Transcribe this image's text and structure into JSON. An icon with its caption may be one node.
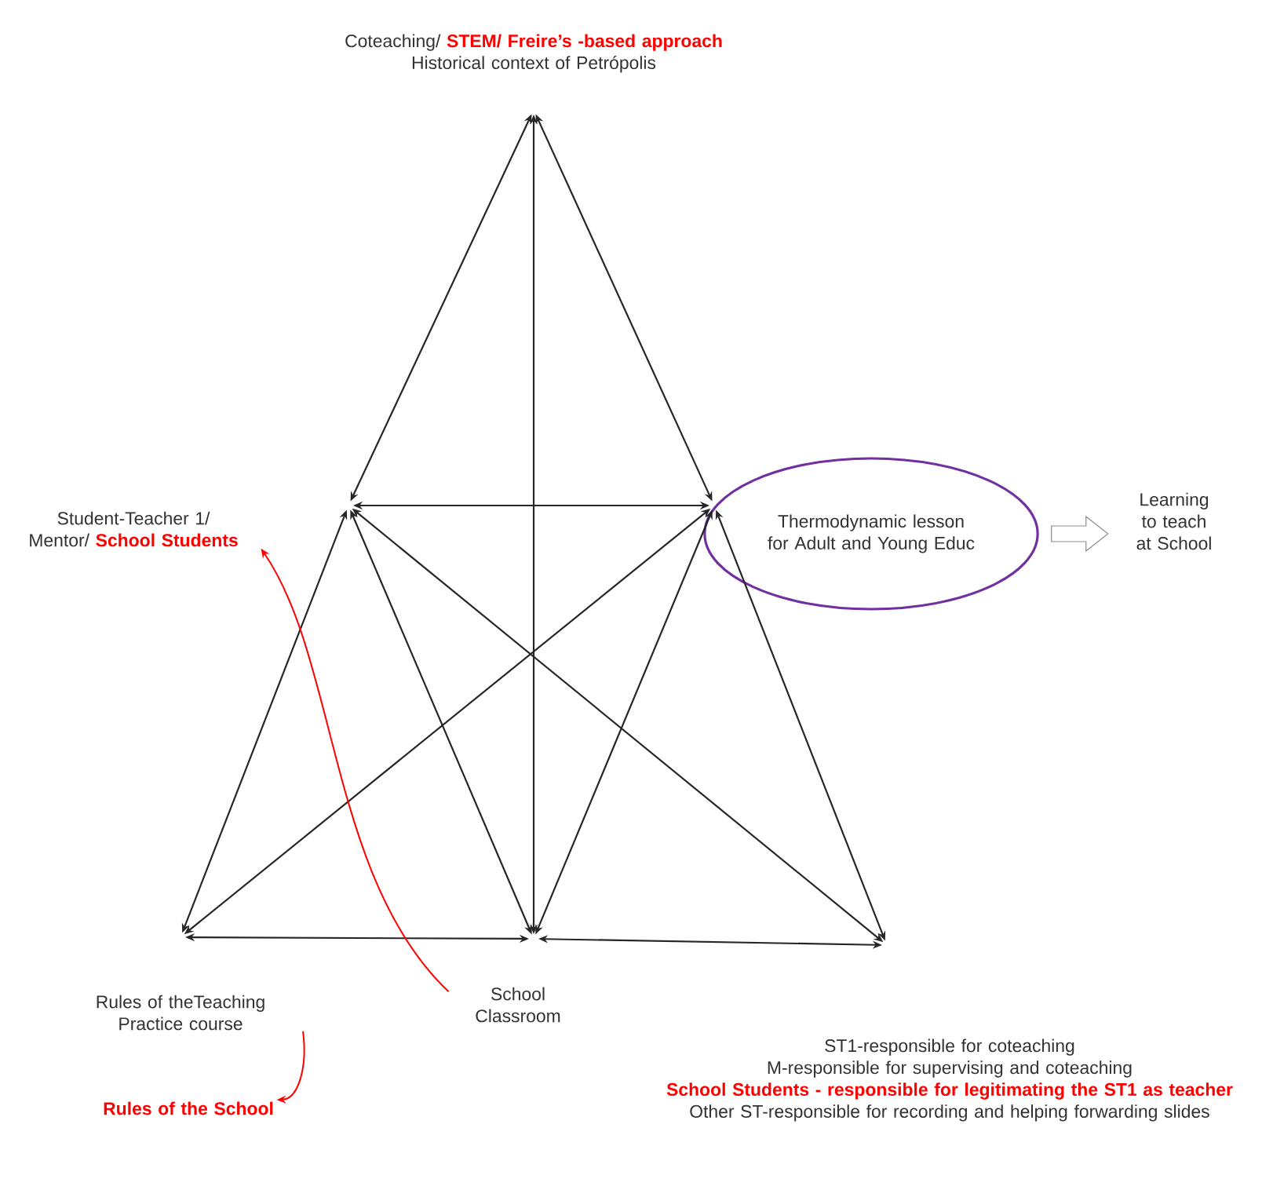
{
  "diagram": {
    "nodes": [
      {
        "text": [
          "Coteaching/",
          "STEM/ Freire’s -based approach",
          "Historical context of Petrópolis"
        ]
      },
      {
        "text": [
          "Student-Teacher 1/ Mentor/",
          "School Students"
        ]
      },
      {
        "text": [
          "Thermodynamic lesson for Adult and Young Educ"
        ]
      },
      {
        "text": [
          "Learning to teach at School"
        ]
      },
      {
        "text": [
          "Rules of theTeaching Practice course"
        ]
      },
      {
        "text": [
          "Rules of the School"
        ]
      },
      {
        "text": [
          "School Classroom"
        ]
      },
      {
        "text": [
          "ST1-responsible for coteaching",
          "M-responsible for supervising and coteaching",
          "School Students - responsible for legitimating the ST1 as teacher",
          "Other ST-responsible for recording and helping forwarding slides"
        ]
      }
    ],
    "edges": [
      {
        "from": 0,
        "to": 1,
        "arrow": "both"
      },
      {
        "from": 0,
        "to": 2,
        "arrow": "both"
      },
      {
        "from": 0,
        "to": 6,
        "arrow": "both"
      },
      {
        "from": 1,
        "to": 2,
        "arrow": "both"
      },
      {
        "from": 1,
        "to": 4,
        "arrow": "both"
      },
      {
        "from": 1,
        "to": 6,
        "arrow": "both"
      },
      {
        "from": 1,
        "to": 7,
        "arrow": "both"
      },
      {
        "from": 2,
        "to": 4,
        "arrow": "both"
      },
      {
        "from": 2,
        "to": 6,
        "arrow": "both"
      },
      {
        "from": 2,
        "to": 7,
        "arrow": "both"
      },
      {
        "from": 4,
        "to": 6,
        "arrow": "both"
      },
      {
        "from": 6,
        "to": 7,
        "arrow": "both"
      },
      {
        "from": 6,
        "to": 1,
        "arrow": "to",
        "color": "#ff0000"
      },
      {
        "from": 4,
        "to": 5,
        "arrow": "to",
        "color": "#ff0000"
      },
      {
        "from": 2,
        "to": 3,
        "arrow": "to"
      }
    ]
  }
}
